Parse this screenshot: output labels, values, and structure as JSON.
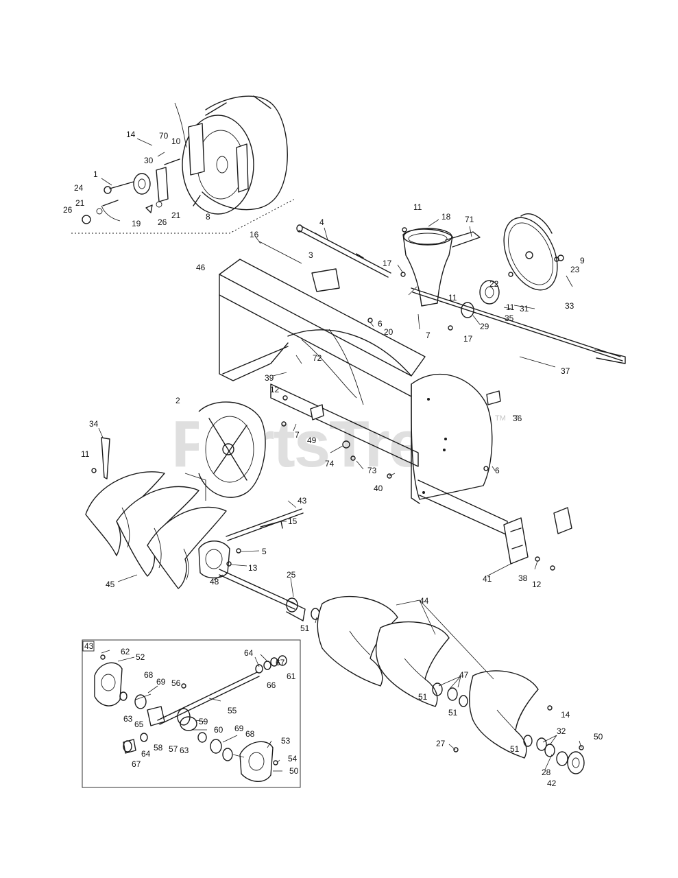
{
  "watermark": {
    "text": "PartsTree",
    "trademark": "TM"
  },
  "inset_label": "43",
  "callouts": [
    {
      "id": "c14a",
      "text": "14"
    },
    {
      "id": "c70",
      "text": "70"
    },
    {
      "id": "c10",
      "text": "10"
    },
    {
      "id": "c30",
      "text": "30"
    },
    {
      "id": "c1",
      "text": "1"
    },
    {
      "id": "c24",
      "text": "24"
    },
    {
      "id": "c21a",
      "text": "21"
    },
    {
      "id": "c26a",
      "text": "26"
    },
    {
      "id": "c19",
      "text": "19"
    },
    {
      "id": "c26b",
      "text": "26"
    },
    {
      "id": "c21b",
      "text": "21"
    },
    {
      "id": "c8",
      "text": "8"
    },
    {
      "id": "c4",
      "text": "4"
    },
    {
      "id": "c11a",
      "text": "11"
    },
    {
      "id": "c18",
      "text": "18"
    },
    {
      "id": "c71",
      "text": "71"
    },
    {
      "id": "c16",
      "text": "16"
    },
    {
      "id": "c3",
      "text": "3"
    },
    {
      "id": "c46",
      "text": "46"
    },
    {
      "id": "c17a",
      "text": "17"
    },
    {
      "id": "c9",
      "text": "9"
    },
    {
      "id": "c23",
      "text": "23"
    },
    {
      "id": "c22",
      "text": "22"
    },
    {
      "id": "c11b",
      "text": "11"
    },
    {
      "id": "c11c",
      "text": "11"
    },
    {
      "id": "c31",
      "text": "31"
    },
    {
      "id": "c33",
      "text": "33"
    },
    {
      "id": "c6a",
      "text": "6"
    },
    {
      "id": "c20",
      "text": "20"
    },
    {
      "id": "c7a",
      "text": "7"
    },
    {
      "id": "c29",
      "text": "29"
    },
    {
      "id": "c35",
      "text": "35"
    },
    {
      "id": "c17b",
      "text": "17"
    },
    {
      "id": "c72",
      "text": "72"
    },
    {
      "id": "c39",
      "text": "39"
    },
    {
      "id": "c37",
      "text": "37"
    },
    {
      "id": "c12a",
      "text": "12"
    },
    {
      "id": "c2",
      "text": "2"
    },
    {
      "id": "c36",
      "text": "36"
    },
    {
      "id": "c7b",
      "text": "7"
    },
    {
      "id": "c49",
      "text": "49"
    },
    {
      "id": "c34",
      "text": "34"
    },
    {
      "id": "c74",
      "text": "74"
    },
    {
      "id": "c73",
      "text": "73"
    },
    {
      "id": "c6b",
      "text": "6"
    },
    {
      "id": "c11d",
      "text": "11"
    },
    {
      "id": "c40",
      "text": "40"
    },
    {
      "id": "c43",
      "text": "43"
    },
    {
      "id": "c15",
      "text": "15"
    },
    {
      "id": "c5",
      "text": "5"
    },
    {
      "id": "c13",
      "text": "13"
    },
    {
      "id": "c45",
      "text": "45"
    },
    {
      "id": "c48",
      "text": "48"
    },
    {
      "id": "c25",
      "text": "25"
    },
    {
      "id": "c41",
      "text": "41"
    },
    {
      "id": "c38",
      "text": "38"
    },
    {
      "id": "c12b",
      "text": "12"
    },
    {
      "id": "c51a",
      "text": "51"
    },
    {
      "id": "c44",
      "text": "44"
    },
    {
      "id": "c62",
      "text": "62"
    },
    {
      "id": "c52",
      "text": "52"
    },
    {
      "id": "c64a",
      "text": "64"
    },
    {
      "id": "c67a",
      "text": "67"
    },
    {
      "id": "c61",
      "text": "61"
    },
    {
      "id": "c66",
      "text": "66"
    },
    {
      "id": "c68a",
      "text": "68"
    },
    {
      "id": "c69a",
      "text": "69"
    },
    {
      "id": "c56",
      "text": "56"
    },
    {
      "id": "c55",
      "text": "55"
    },
    {
      "id": "c63a",
      "text": "63"
    },
    {
      "id": "c59",
      "text": "59"
    },
    {
      "id": "c65",
      "text": "65"
    },
    {
      "id": "c60",
      "text": "60"
    },
    {
      "id": "c69b",
      "text": "69"
    },
    {
      "id": "c68b",
      "text": "68"
    },
    {
      "id": "c57",
      "text": "57"
    },
    {
      "id": "c58",
      "text": "58"
    },
    {
      "id": "c63b",
      "text": "63"
    },
    {
      "id": "c64b",
      "text": "64"
    },
    {
      "id": "c67b",
      "text": "67"
    },
    {
      "id": "c53",
      "text": "53"
    },
    {
      "id": "c54",
      "text": "54"
    },
    {
      "id": "c50a",
      "text": "50"
    },
    {
      "id": "c47",
      "text": "47"
    },
    {
      "id": "c51b",
      "text": "51"
    },
    {
      "id": "c51c",
      "text": "51"
    },
    {
      "id": "c14b",
      "text": "14"
    },
    {
      "id": "c32",
      "text": "32"
    },
    {
      "id": "c27",
      "text": "27"
    },
    {
      "id": "c51d",
      "text": "51"
    },
    {
      "id": "c50b",
      "text": "50"
    },
    {
      "id": "c28",
      "text": "28"
    },
    {
      "id": "c42",
      "text": "42"
    }
  ]
}
